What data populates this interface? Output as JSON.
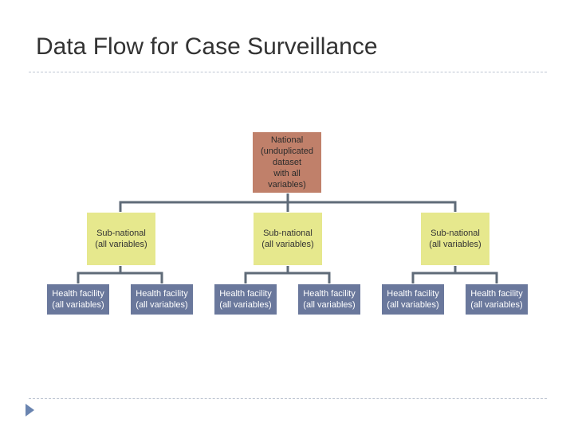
{
  "slide": {
    "title": "Data Flow for Case Surveillance"
  },
  "colors": {
    "national": "#c0806a",
    "subnational": "#e6e88d",
    "facility": "#6a789c",
    "connector": "#5f6b78",
    "bullet": "#6a84b0"
  },
  "diagram": {
    "national": {
      "label": "National\n(unduplicated\ndataset\nwith all\nvariables)"
    },
    "subnational": [
      {
        "label": "Sub-national\n(all variables)"
      },
      {
        "label": "Sub-national\n(all variables)"
      },
      {
        "label": "Sub-national\n(all variables)"
      }
    ],
    "facilities": [
      {
        "label": "Health facility\n(all variables)"
      },
      {
        "label": "Health facility\n(all variables)"
      },
      {
        "label": "Health facility\n(all variables)"
      },
      {
        "label": "Health facility\n(all variables)"
      },
      {
        "label": "Health facility\n(all variables)"
      },
      {
        "label": "Health facility\n(all variables)"
      }
    ]
  }
}
